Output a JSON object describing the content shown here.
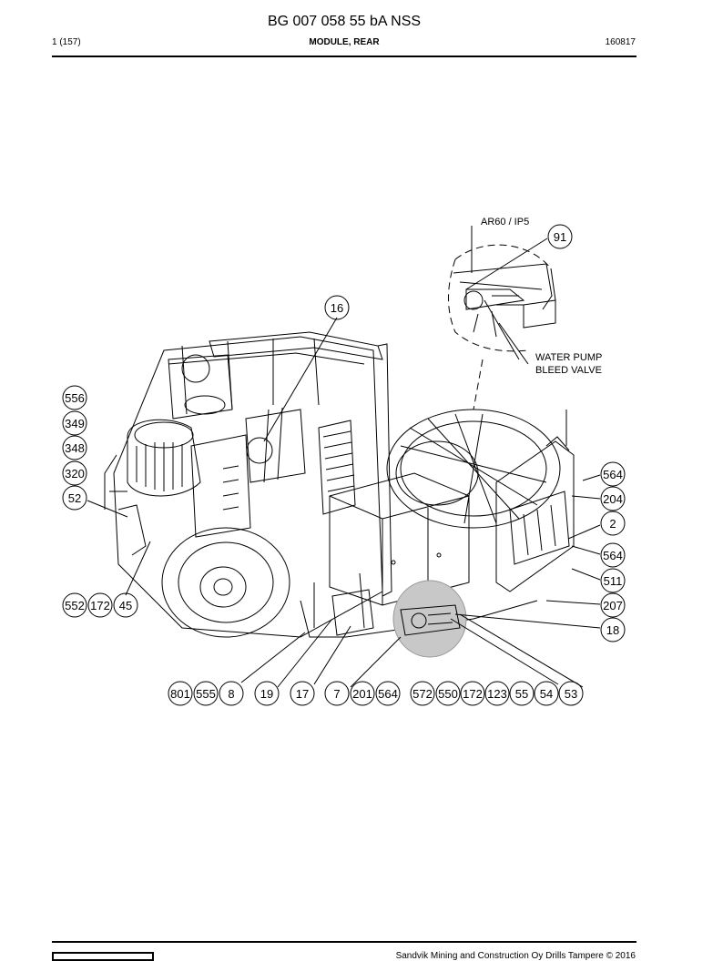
{
  "header": {
    "doc_title": "BG 007 058 55 bA NSS",
    "page_number": "1 (157)",
    "section_title": "MODULE, REAR",
    "date_code": "160817"
  },
  "drawing": {
    "notes": {
      "ar60": "AR60 / IP5",
      "water_pump_line1": "WATER PUMP",
      "water_pump_line2": "BLEED VALVE"
    },
    "callouts": {
      "c91": "91",
      "c16": "16",
      "c556": "556",
      "c349": "349",
      "c348": "348",
      "c320": "320",
      "c52": "52",
      "c552": "552",
      "c172a": "172",
      "c45": "45",
      "c564a": "564",
      "c204": "204",
      "c2": "2",
      "c564b": "564",
      "c511": "511",
      "c207": "207",
      "c18": "18",
      "c801": "801",
      "c555": "555",
      "c8": "8",
      "c19": "19",
      "c17": "17",
      "c7": "7",
      "c201": "201",
      "c564c": "564",
      "c572": "572",
      "c550": "550",
      "c172b": "172",
      "c123": "123",
      "c55": "55",
      "c54": "54",
      "c53": "53"
    }
  },
  "footer": {
    "copyright": "Sandvik Mining and Construction Oy Drills Tampere © 2016"
  }
}
